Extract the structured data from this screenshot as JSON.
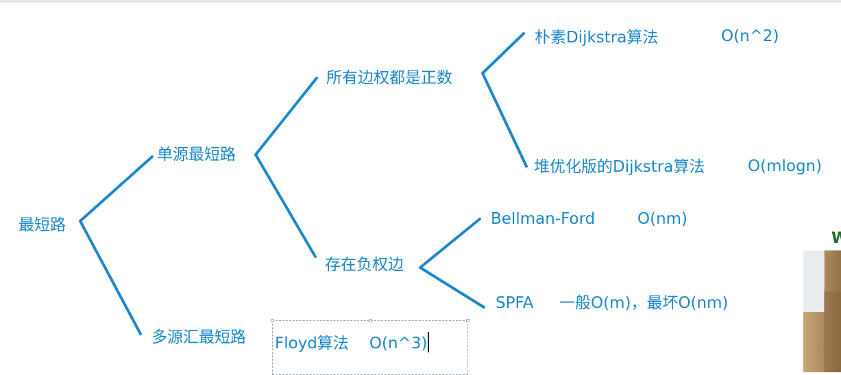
{
  "diagram": {
    "root": "最短路",
    "single_source": "单源最短路",
    "all_positive": "所有边权都是正数",
    "naive_dijkstra": "朴素Dijkstra算法",
    "naive_dijkstra_complexity": "O(n^2)",
    "heap_dijkstra": "堆优化版的Dijkstra算法",
    "heap_dijkstra_complexity": "O(mlogn)",
    "negative_edges": "存在负权边",
    "bellman_ford": "Bellman-Ford",
    "bellman_ford_complexity": "O(nm)",
    "spfa": "SPFA",
    "spfa_complexity": "一般O(m)，最坏O(nm)",
    "multi_source": "多源汇最短路",
    "floyd": "Floyd算法",
    "floyd_complexity": "O(n^3)"
  },
  "colors": {
    "accent": "#1a87c9",
    "line": "#1a87c9",
    "selection_border": "#9aa3ad"
  },
  "video_overlay_letter": "W"
}
